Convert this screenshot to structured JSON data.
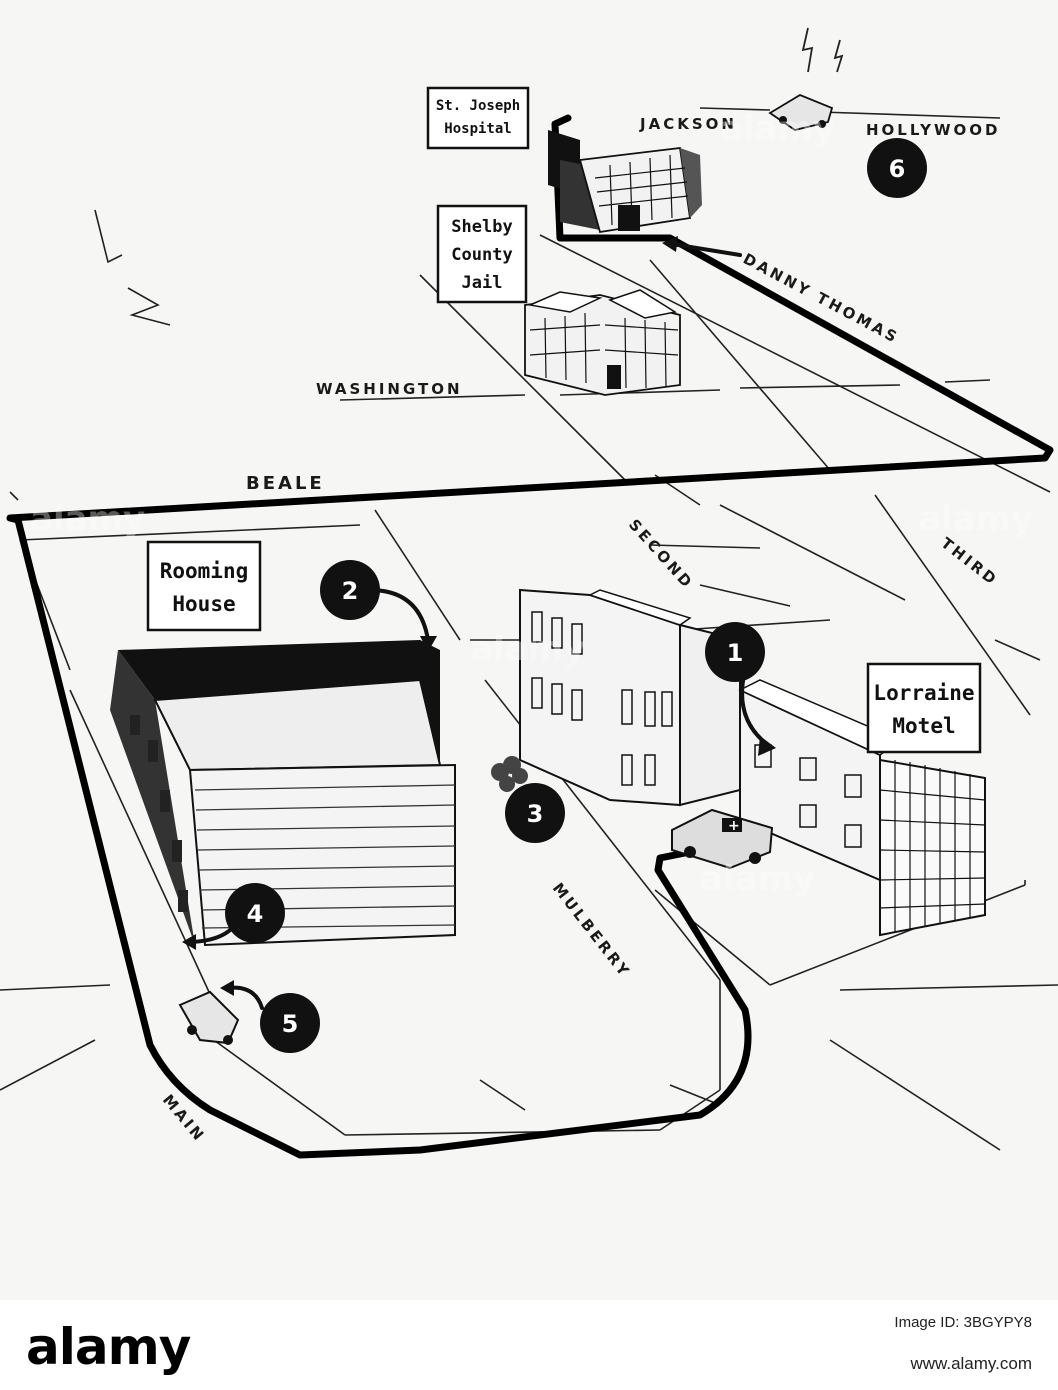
{
  "streets": {
    "jackson": "JACKSON",
    "hollywood": "HOLLYWOOD",
    "danny_thomas": "DANNY THOMAS",
    "washington": "WASHINGTON",
    "beale": "BEALE",
    "second": "SECOND",
    "third": "THIRD",
    "mulberry": "MULBERRY",
    "main": "MAIN"
  },
  "signs": {
    "hospital": [
      "St. Joseph",
      "Hospital"
    ],
    "jail": [
      "Shelby",
      "County",
      "Jail"
    ],
    "rooming_house": [
      "Rooming",
      "House"
    ],
    "lorraine": [
      "Lorraine",
      "Motel"
    ]
  },
  "markers": [
    "1",
    "2",
    "3",
    "4",
    "5",
    "6"
  ],
  "watermark_text": "alamy",
  "footer": {
    "logo": "alamy",
    "image_id": "Image ID: 3BGYPY8",
    "site": "www.alamy.com"
  },
  "colors": {
    "ink": "#111111",
    "paper": "#f6f6f4"
  }
}
